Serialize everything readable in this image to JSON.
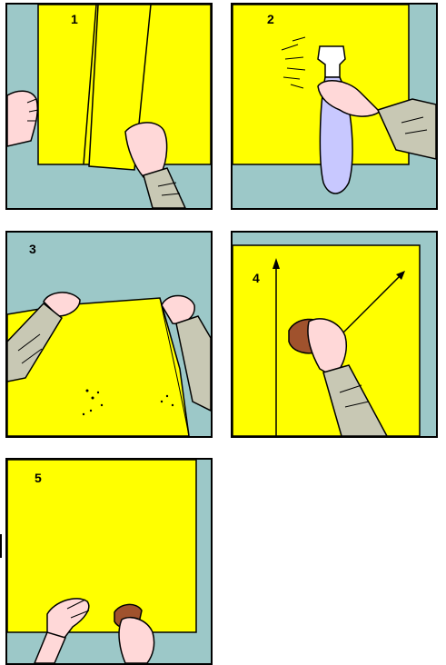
{
  "colors": {
    "wall": "#9cc8c8",
    "film": "#ffff00",
    "skin": "#ffd8d8",
    "sleeve": "#c8c8b4",
    "bottle": "#c8c8ff",
    "squeegee": "#a0522d",
    "outline": "#000000"
  },
  "steps": [
    {
      "number": "1"
    },
    {
      "number": "2"
    },
    {
      "number": "3"
    },
    {
      "number": "4"
    },
    {
      "number": "5"
    }
  ]
}
